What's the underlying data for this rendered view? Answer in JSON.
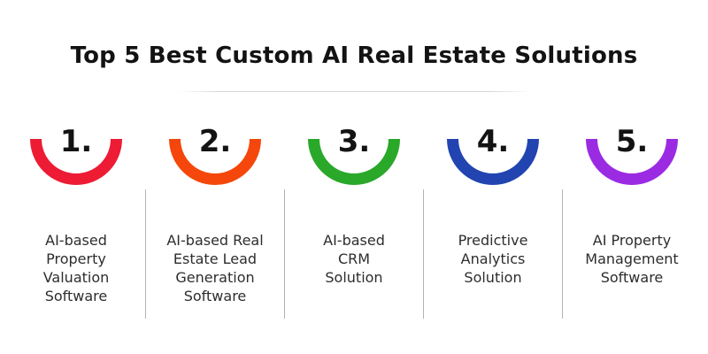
{
  "title": "Top 5 Best Custom AI Real Estate Solutions",
  "items": [
    {
      "number": "1.",
      "label": "AI-based\nProperty\nValuation\nSoftware",
      "color": "#ED1B34"
    },
    {
      "number": "2.",
      "label": "AI-based Real\nEstate Lead\nGeneration\nSoftware",
      "color": "#F5470B"
    },
    {
      "number": "3.",
      "label": "AI-based\nCRM\nSolution",
      "color": "#29A829"
    },
    {
      "number": "4.",
      "label": "Predictive\nAnalytics\nSolution",
      "color": "#2144B0"
    },
    {
      "number": "5.",
      "label": "AI Property\nManagement\nSoftware",
      "color": "#9B2BE2"
    }
  ]
}
